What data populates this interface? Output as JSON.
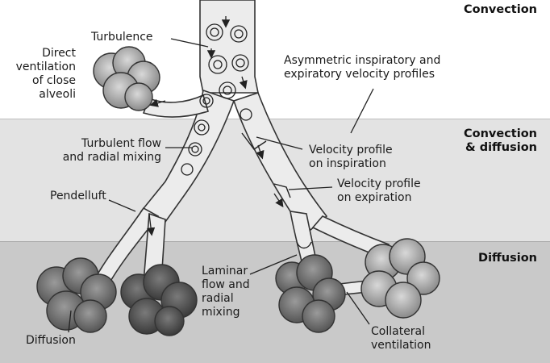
{
  "zones": {
    "convection": "Convection",
    "convection_diffusion": "Convection\n& diffusion",
    "diffusion": "Diffusion"
  },
  "labels": {
    "turbulence": "Turbulence",
    "direct_ventilation": "Direct\nventilation\nof close\nalveoli",
    "asymmetric_profiles": "Asymmetric inspiratory and\nexpiratory velocity profiles",
    "turbulent_flow": "Turbulent flow\nand radial mixing",
    "velocity_inspiration": "Velocity profile\non inspiration",
    "velocity_expiration": "Velocity profile\non expiration",
    "pendelluft": "Pendelluft",
    "laminar_flow": "Laminar\nflow and\nradial\nmixing",
    "diffusion_label": "Diffusion",
    "collateral_ventilation": "Collateral\nventilation"
  }
}
